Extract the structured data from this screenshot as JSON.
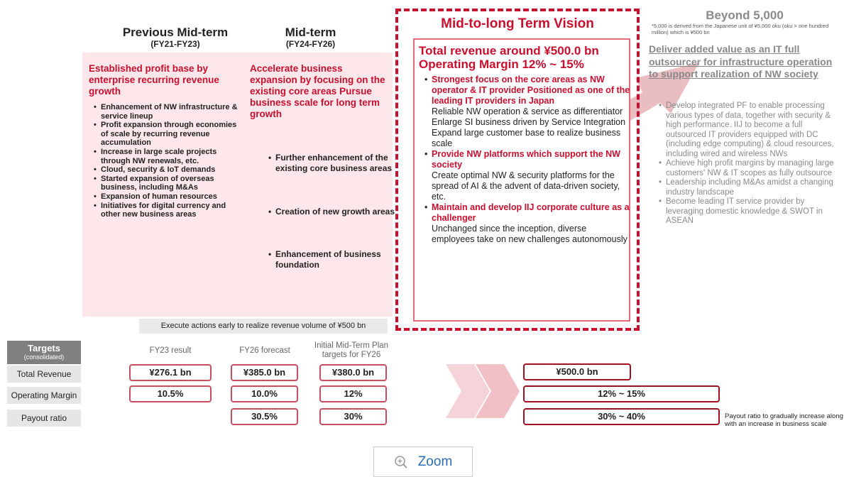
{
  "prev": {
    "title": "Previous Mid-term",
    "period": "(FY21-FY23)",
    "head": "Established profit base by enterprise recurring revenue growth",
    "items": [
      "Enhancement of NW infrastructure & service lineup",
      "Profit expansion through economies of scale by recurring revenue accumulation",
      "Increase in large scale projects through NW renewals, etc.",
      "Cloud, security & IoT demands",
      "Started expansion of overseas business, including M&As",
      "Expansion of human resources",
      "Initiatives for digital currency and other new business areas"
    ]
  },
  "mid": {
    "title": "Mid-term",
    "period": "(FY24-FY26)",
    "head": "Accelerate business expansion by focusing on the existing core areas Pursue business scale for long term growth",
    "items": [
      "Further enhancement of the existing core business areas",
      "Creation of new growth areas",
      "Enhancement of business foundation"
    ]
  },
  "vision": {
    "title": "Mid-to-long Term Vision",
    "head": "Total revenue around ¥500.0 bn Operating Margin 12% ~ 15%",
    "items": [
      {
        "title": "Strongest focus on the core areas as NW operator & IT provider Positioned as one of the leading IT providers in Japan",
        "lines": [
          "Reliable NW operation & service as differentiator",
          "Enlarge SI business driven by Service Integration",
          "Expand large customer base to realize business scale"
        ]
      },
      {
        "title": "Provide NW platforms which support the NW society",
        "lines": [
          "Create optimal NW & security platforms for the spread of AI & the advent of data-driven society, etc."
        ]
      },
      {
        "title": "Maintain and develop IIJ corporate culture as a challenger",
        "lines": [
          "Unchanged since the inception, diverse employees take on new challenges autonomously"
        ]
      }
    ]
  },
  "beyond": {
    "title": "Beyond 5,000",
    "note": "*5,000 is derived from the Japanese unit of ¥5,000 oku (oku = one hundred million) which is ¥500 bn",
    "head": "Deliver added value as an IT full outsourcer for infrastructure operation to support realization of NW society",
    "items": [
      "Develop integrated PF to enable processing various types of data, together with security & high performance. IIJ to become a full outsourced IT providers equipped with DC (including edge computing) & cloud resources, including wired and wireless NWs",
      "Achieve high profit margins by managing large customers' NW & IT scopes as fully outsource",
      "Leadership including M&As amidst a changing industry landscape",
      "Become leading IT service provider by leveraging domestic knowledge & SWOT in ASEAN"
    ]
  },
  "exec_bar": "Execute actions early to realize revenue volume of ¥500 bn",
  "targets": {
    "title": "Targets",
    "subtitle": "(consolidated)",
    "col_fy23": "FY23 result",
    "col_fy26": "FY26 forecast",
    "col_initial": "Initial Mid-Term Plan targets for FY26",
    "rows": [
      {
        "label": "Total Revenue",
        "fy23": "¥276.1 bn",
        "fy26": "¥385.0 bn",
        "initial": "¥380.0 bn",
        "vision": "¥500.0 bn"
      },
      {
        "label": "Operating Margin",
        "fy23": "10.5%",
        "fy26": "10.0%",
        "initial": "12%",
        "vision": "12% ~ 15%"
      },
      {
        "label": "Payout ratio",
        "fy23": "",
        "fy26": "30.5%",
        "initial": "30%",
        "vision": "30% ~ 40%"
      }
    ],
    "payout_note": "Payout ratio to gradually increase along with an increase in business scale"
  },
  "zoom": {
    "label": "Zoom",
    "icon": "zoom-in-icon"
  }
}
